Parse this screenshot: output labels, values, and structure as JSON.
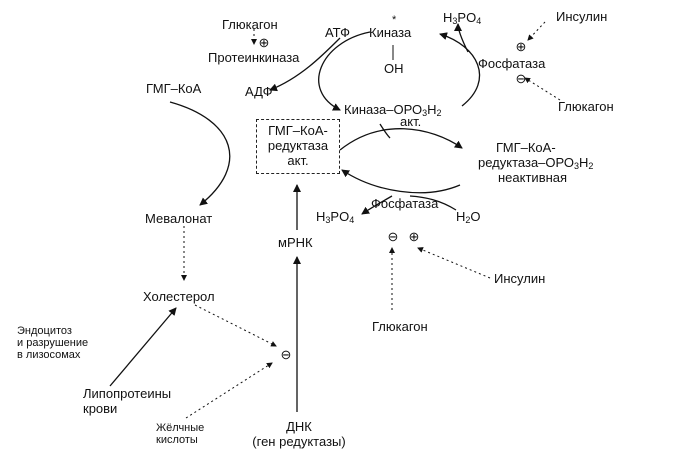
{
  "labels": {
    "glucagon_top": "Глюкагон",
    "protein_kinase": "Протеинкиназа",
    "atp": "АТФ",
    "adp": "АДФ",
    "kinase": "Киназа",
    "kinase_star": "*",
    "oh": "OH",
    "kinase_opo_1": "Киназа–ОРО",
    "kinase_opo_sub": "3",
    "kinase_opo_2": "Н",
    "kinase_opo_sub2": "2",
    "akt_kinase": "акт.",
    "h3po4_top_1": "H",
    "h3po4_top_s1": "3",
    "h3po4_top_2": "PO",
    "h3po4_top_s2": "4",
    "insulin_top": "Инсулин",
    "phosphatase_top": "Фосфатаза",
    "glucagon_right": "Глюкагон",
    "hmg_coa": "ГМГ–КоА",
    "reductase_line1": "ГМГ–КоА-",
    "reductase_line2": "редуктаза",
    "reductase_line3": "акт.",
    "inactive_line1": "ГМГ–КоА-",
    "inactive_line2a": "редуктаза–ОРО",
    "inactive_s1": "3",
    "inactive_line2b": "Н",
    "inactive_s2": "2",
    "inactive_line3": "неактивная",
    "mevalonate": "Мевалонат",
    "h3po4_mid_1": "H",
    "h3po4_mid_s1": "3",
    "h3po4_mid_2": "PO",
    "h3po4_mid_s2": "4",
    "phosphatase_mid": "Фосфатаза",
    "h2o_1": "H",
    "h2o_s": "2",
    "h2o_2": "O",
    "mrna": "мРНК",
    "insulin_mid": "Инсулин",
    "cholesterol": "Холестерол",
    "endocytosis_1": "Эндоцитоз",
    "endocytosis_2": "и разрушение",
    "endocytosis_3": "в лизосомах",
    "glucagon_bottom": "Глюкагон",
    "lipoproteins_1": "Липопротеины",
    "lipoproteins_2": "крови",
    "bile_1": "Жёлчные",
    "bile_2": "кислоты",
    "dna_1": "ДНК",
    "dna_2": "(ген редуктазы)"
  },
  "signs": {
    "plus": "⊕",
    "minus": "⊖"
  }
}
